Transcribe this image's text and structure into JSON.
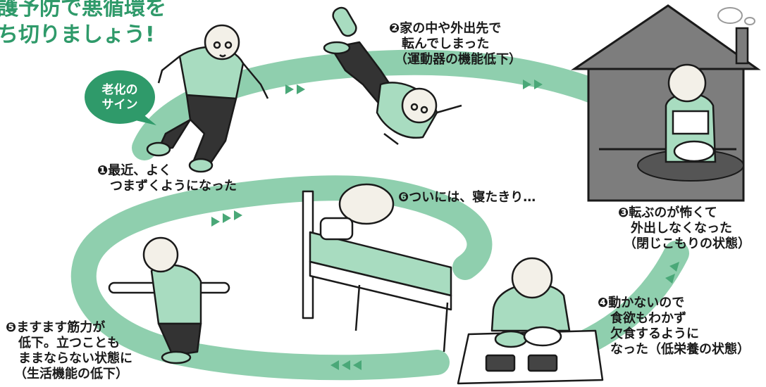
{
  "title": {
    "line1": "護予防で悪循環を",
    "line2": "ち切りましょう!"
  },
  "badge": {
    "line1": "老化の",
    "line2": "サイン"
  },
  "steps": [
    {
      "marker": "❶",
      "lines": [
        "最近、よく",
        "つまずくようになった"
      ]
    },
    {
      "marker": "❷",
      "lines": [
        "家の中や外出先で",
        "転んでしまった",
        "（運動器の機能低下）"
      ]
    },
    {
      "marker": "❸",
      "lines": [
        "転ぶのが怖くて",
        "外出しなくなった",
        "（閉じこもりの状態）"
      ]
    },
    {
      "marker": "❹",
      "lines": [
        "動かないので",
        "食欲もわかず",
        "欠食するように",
        "なった（低栄養の状態）"
      ]
    },
    {
      "marker": "❺",
      "lines": [
        "ますます筋力が",
        "低下。立つことも",
        "ままならない状態に",
        "（生活機能の低下）"
      ]
    },
    {
      "marker": "❻",
      "lines": [
        "ついには、寝たきり…"
      ]
    }
  ],
  "colors": {
    "accent": "#2f9a6a",
    "loop": "#8fcfae",
    "loop_dark": "#62b88d",
    "house": "#7d7d7d",
    "skin": "#f3f0e8",
    "clothes": "#a8dcc0",
    "ink": "#1a1a1a"
  },
  "icons": [
    "arrow-right-icon",
    "arrow-left-icon",
    "thought-bubble-icon"
  ]
}
